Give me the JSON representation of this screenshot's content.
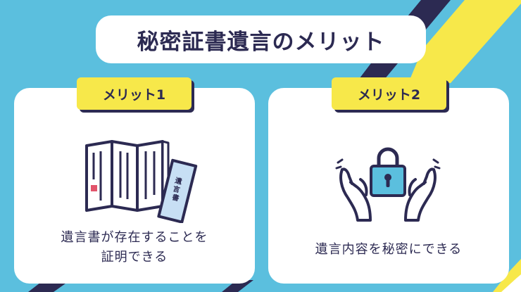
{
  "title": "秘密証書遺言のメリット",
  "cards": [
    {
      "tag": "メリット1",
      "lines": [
        "遺言書が存在することを",
        "証明できる"
      ],
      "icon": "will-document-icon",
      "icon_label": "遺言書"
    },
    {
      "tag": "メリット2",
      "lines": [
        "遺言内容を秘密にできる"
      ],
      "icon": "padlock-in-hands-icon"
    }
  ],
  "colors": {
    "background": "#5bbfde",
    "navy": "#2c2a52",
    "yellow": "#f7e84a",
    "card": "#ffffff",
    "lock_body": "#5bbfde",
    "envelope": "#c7dff4",
    "seal": "#e2546b"
  }
}
